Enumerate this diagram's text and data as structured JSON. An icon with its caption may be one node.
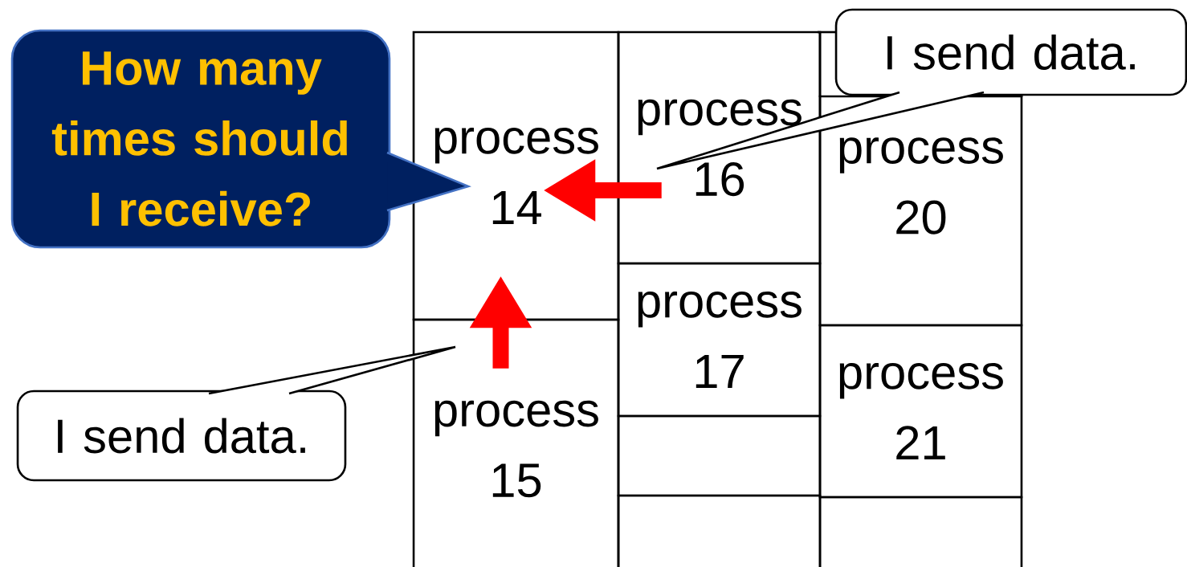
{
  "diagram": {
    "nodes": [
      {
        "text": [
          "process 14"
        ]
      },
      {
        "text": [
          "process 15"
        ]
      },
      {
        "text": [
          "process 16"
        ]
      },
      {
        "text": [
          "process 17"
        ]
      },
      {
        "text": [],
        "shape": "box"
      },
      {
        "text": [],
        "shape": "box"
      },
      {
        "text": [
          "process 20"
        ]
      },
      {
        "text": [
          "process 21"
        ]
      },
      {
        "text": [],
        "shape": "box"
      },
      {
        "text": [
          "How many times should I receive?"
        ]
      },
      {
        "text": [
          "I send data."
        ]
      },
      {
        "text": [
          "I send data."
        ]
      }
    ],
    "edges": [
      {
        "from": 2,
        "to": 0,
        "arrow": "to"
      },
      {
        "from": 1,
        "to": 0,
        "arrow": "to"
      }
    ]
  }
}
